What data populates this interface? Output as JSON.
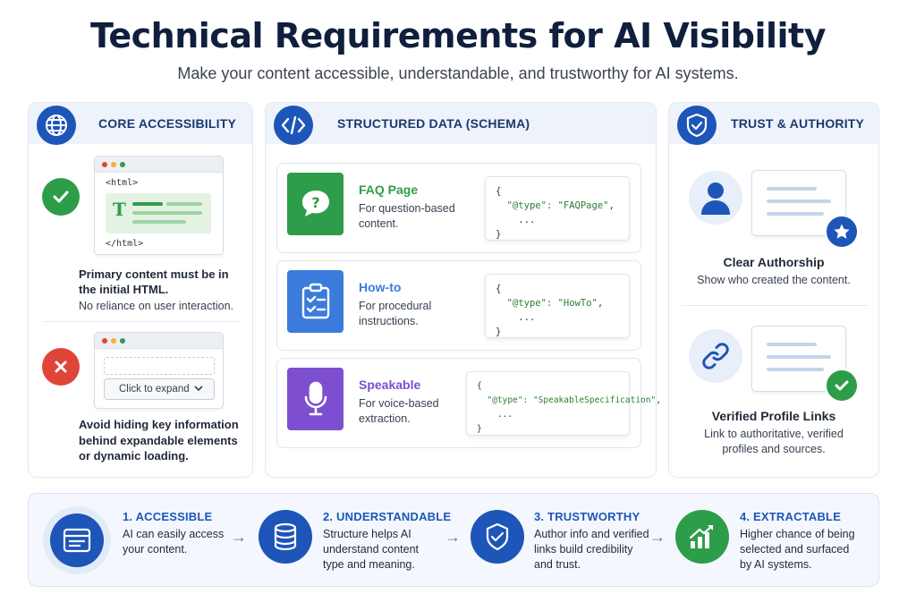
{
  "title": "Technical Requirements for AI Visibility",
  "subtitle": "Make your content accessible, understandable, and trustworthy for AI systems.",
  "colors": {
    "navy": "#1d56b8",
    "green": "#2e9d4a",
    "red": "#e0453a",
    "purple": "#7d4fd0",
    "blue": "#3b7bdc"
  },
  "core": {
    "heading": "CORE ACCESSIBILITY",
    "icon": "globe-icon",
    "code_open": "<html>",
    "code_close": "</html>",
    "text_glyph": "T",
    "good_line1": "Primary content must be in",
    "good_line2": "the initial HTML.",
    "good_note": "No reliance on user interaction.",
    "expand_label": "Click to expand",
    "bad_line1": "Avoid hiding key information",
    "bad_line2": "behind expandable elements",
    "bad_line3": "or dynamic loading."
  },
  "schema": {
    "heading": "STRUCTURED DATA (SCHEMA)",
    "icon": "code-icon",
    "items": [
      {
        "title": "FAQ Page",
        "desc1": "For question-based",
        "desc2": "content.",
        "type": "\"FAQPage\"",
        "icon": "question-icon",
        "color": "#2e9d4a"
      },
      {
        "title": "How-to",
        "desc1": "For procedural",
        "desc2": "instructions.",
        "type": "\"HowTo\"",
        "icon": "checklist-icon",
        "color": "#3b7bdc"
      },
      {
        "title": "Speakable",
        "desc1": "For voice-based",
        "desc2": "extraction.",
        "type": "\"SpeakableSpecification\"",
        "icon": "microphone-icon",
        "color": "#7d4fd0"
      }
    ],
    "brace_open": "{",
    "brace_close": "}",
    "type_key": "\"@type\":",
    "ellipsis": "...",
    "comma": ","
  },
  "trust": {
    "heading": "TRUST & AUTHORITY",
    "icon": "shield-check-icon",
    "author_title": "Clear Authorship",
    "author_desc": "Show who created the content.",
    "links_title": "Verified Profile Links",
    "links_desc1": "Link to authoritative, verified",
    "links_desc2": "profiles and sources."
  },
  "steps": [
    {
      "title": "1. ACCESSIBLE",
      "desc1": "AI can easily access",
      "desc2": "your content.",
      "desc3": "",
      "icon": "browser-icon"
    },
    {
      "title": "2. UNDERSTANDABLE",
      "desc1": "Structure helps AI",
      "desc2": "understand content",
      "desc3": "type and meaning.",
      "icon": "database-icon"
    },
    {
      "title": "3. TRUSTWORTHY",
      "desc1": "Author info and verified",
      "desc2": "links build credibility",
      "desc3": "and trust.",
      "icon": "shield-check-icon"
    },
    {
      "title": "4. EXTRACTABLE",
      "desc1": "Higher chance of being",
      "desc2": "selected and surfaced",
      "desc3": "by AI systems.",
      "icon": "growth-chart-icon"
    }
  ],
  "arrow": "→"
}
